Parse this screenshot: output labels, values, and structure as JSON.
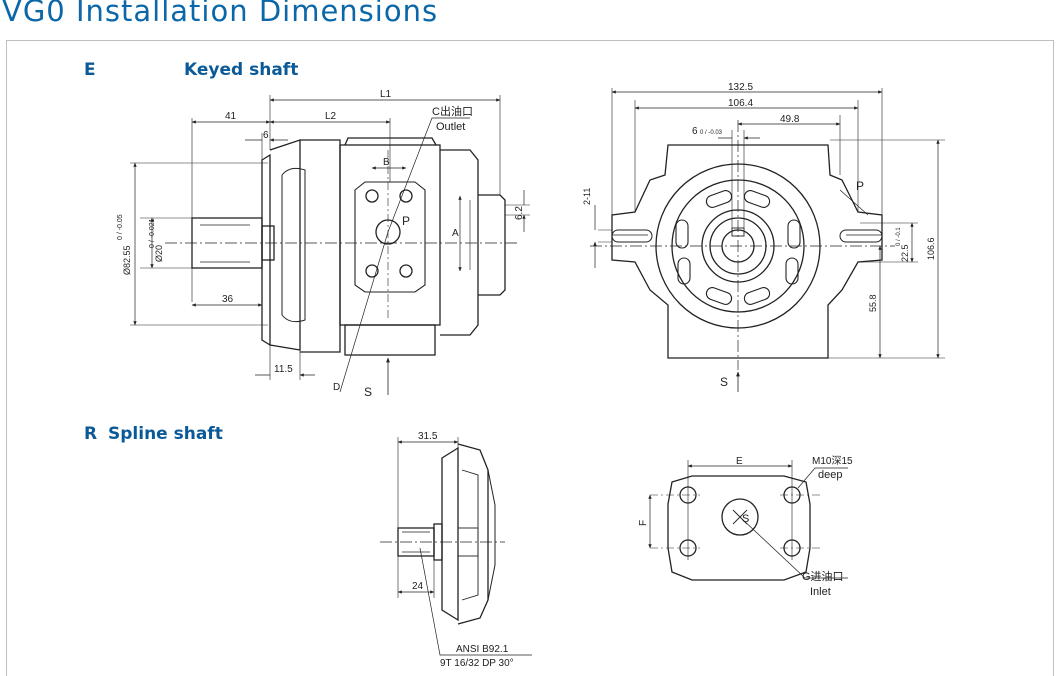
{
  "title": "VG0 Installation Dimensions",
  "sections": {
    "keyed": {
      "code": "E",
      "label": "Keyed shaft"
    },
    "spline": {
      "code": "R",
      "label": "Spline shaft"
    }
  },
  "keyed_side": {
    "L1": "L1",
    "L2": "L2",
    "d41": "41",
    "d6": "6",
    "B": "B",
    "P": "P",
    "A": "A",
    "d6_2": "6.2",
    "dia_flange": "Ø82.55",
    "dia_flange_tol": "0 / -0.05",
    "dia_shaft": "Ø20",
    "dia_shaft_tol": "0 / -0.021",
    "d36": "36",
    "d11_5": "11.5",
    "D": "D",
    "S": "S",
    "outlet_cn": "C出油口",
    "outlet_en": "Outlet"
  },
  "keyed_front": {
    "d132_5": "132.5",
    "d106_4": "106.4",
    "d49_8": "49.8",
    "d6": "6",
    "d6_tol": "0 / -0.03",
    "d2_11": "2-11",
    "P": "P",
    "d22_5": "22.5",
    "d22_5_tol": "0 / -0.1",
    "d106_6": "106.6",
    "d55_8": "55.8",
    "S": "S"
  },
  "spline_side": {
    "d31_5": "31.5",
    "d24": "24",
    "spec1": "ANSI B92.1",
    "spec2": "9T 16/32 DP 30°"
  },
  "port": {
    "E": "E",
    "F": "F",
    "S": "S",
    "thread": "M10深15",
    "deep": "deep",
    "inlet_cn": "G进油口",
    "inlet_en": "Inlet"
  }
}
